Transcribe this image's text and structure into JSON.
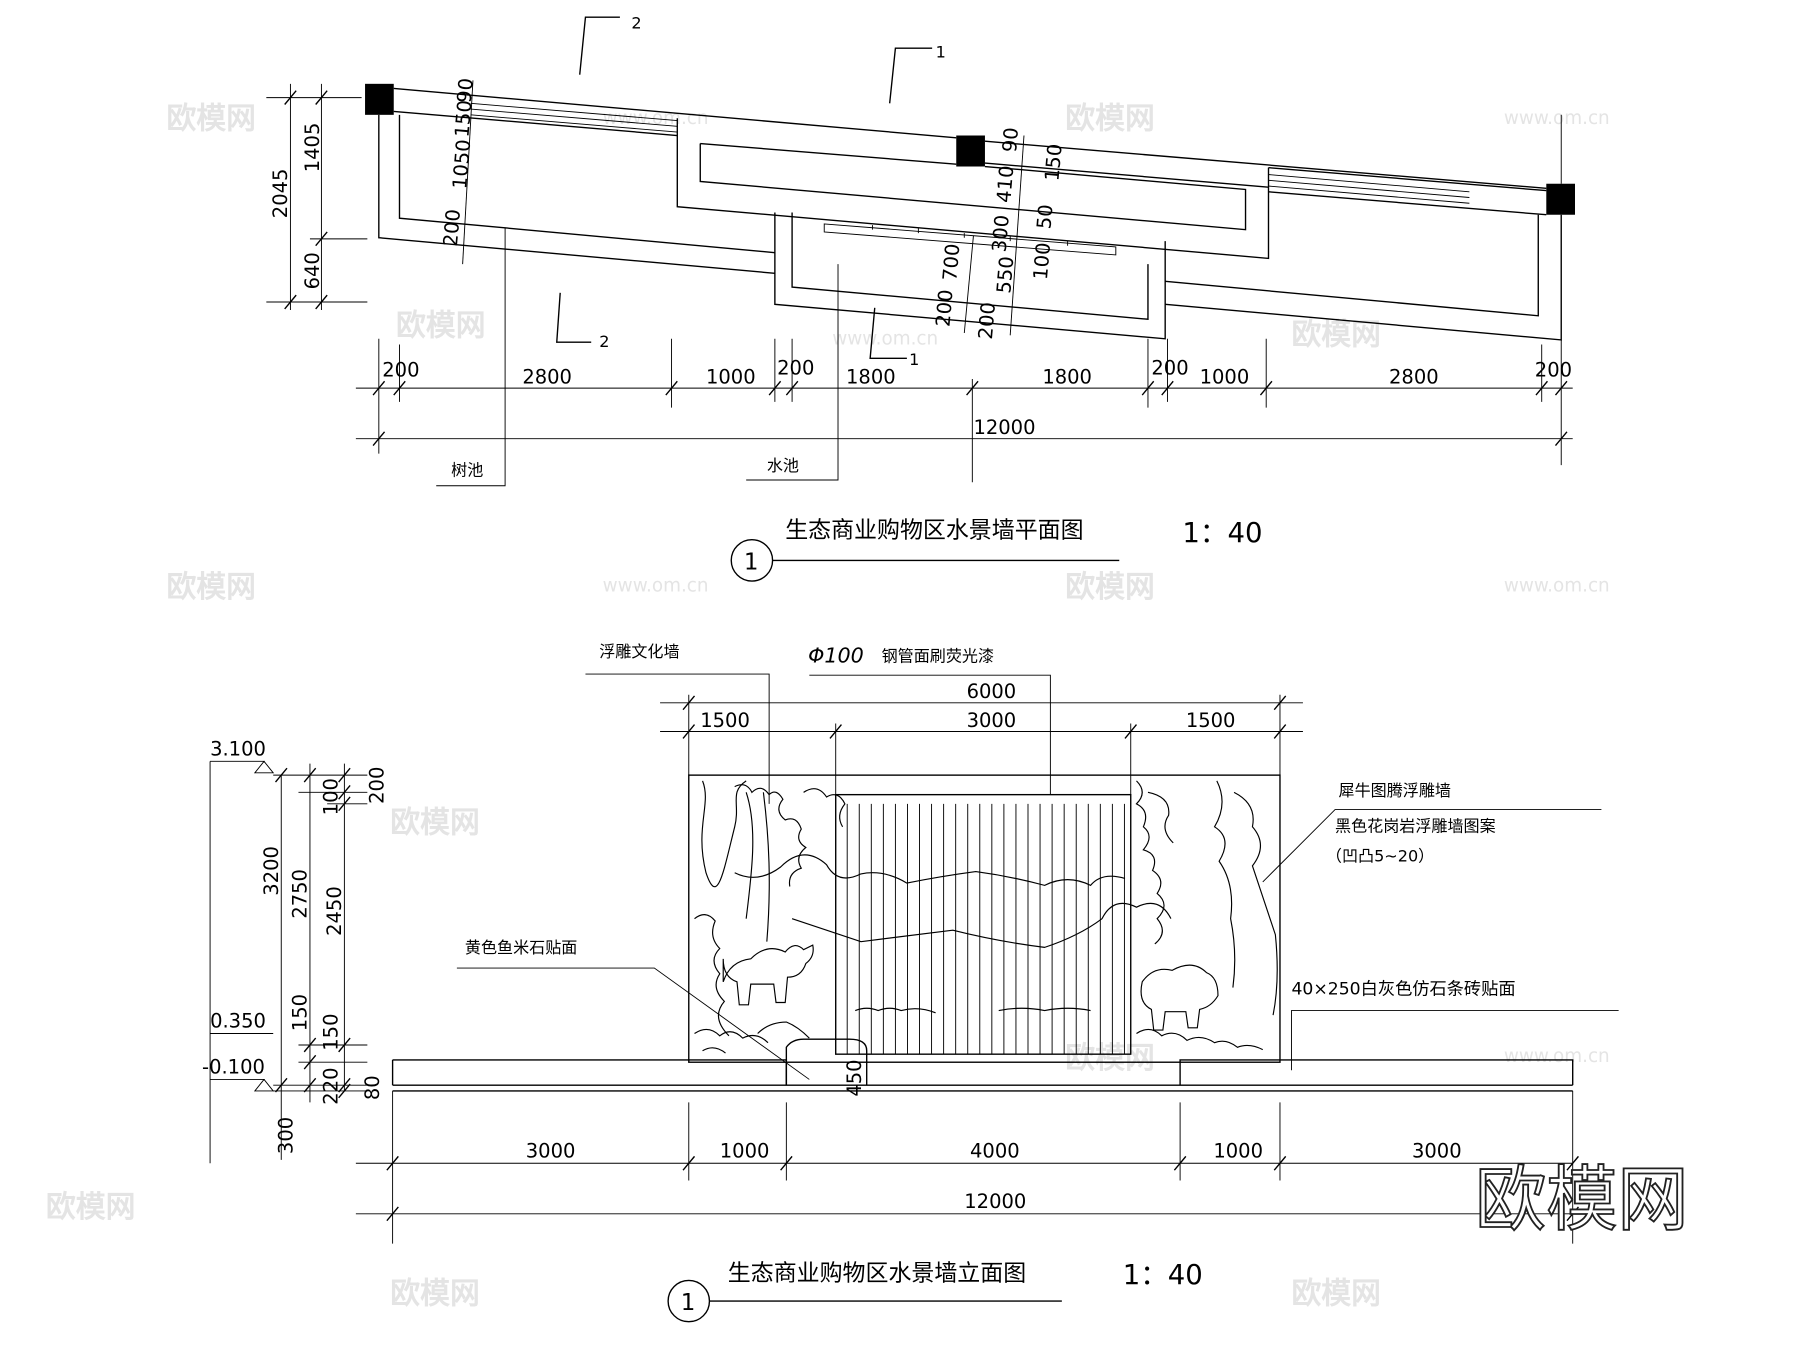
{
  "plan": {
    "title": "生态商业购物区水景墙平面图",
    "scale": "1：40",
    "marker": "1",
    "section_marks": [
      "2",
      "2",
      "1",
      "1"
    ],
    "labels": {
      "tree_pit": "树池",
      "pool": "水池"
    },
    "dims_bottom": [
      "200",
      "2800",
      "1000",
      "200",
      "1800",
      "1800",
      "200",
      "1000",
      "2800",
      "200"
    ],
    "total": "12000",
    "dims_left": [
      "2045",
      "1405",
      "640"
    ],
    "dims_left_slant": [
      "90",
      "150",
      "1050",
      "200"
    ],
    "dims_mid_slant": [
      "90",
      "150",
      "410",
      "300",
      "50",
      "100",
      "700",
      "550",
      "200",
      "200"
    ]
  },
  "elevation": {
    "title": "生态商业购物区水景墙立面图",
    "scale": "1：40",
    "marker": "1",
    "notes": {
      "relief_wall": "浮雕文化墙",
      "pipe_symbol": "Φ100",
      "pipe": "钢管面刷荧光漆",
      "rhino": "犀牛图腾浮雕墙",
      "granite": "黑色花岗岩浮雕墙图案",
      "relief_depth": "（凹凸5~20）",
      "stone": "黄色鱼米石贴面",
      "brick": "40×250白灰色仿石条砖贴面"
    },
    "dims_top": [
      "6000",
      "1500",
      "3000",
      "1500"
    ],
    "dims_bottom": [
      "3000",
      "1000",
      "4000",
      "1000",
      "3000"
    ],
    "total": "12000",
    "levels": [
      "3.100",
      "0.350",
      "-0.100"
    ],
    "dims_left": [
      "3200",
      "2750",
      "2450",
      "100",
      "200",
      "150",
      "150",
      "220",
      "300",
      "80",
      "450"
    ]
  },
  "watermarks": {
    "logo": "欧模网",
    "url": "www.om.cn"
  }
}
